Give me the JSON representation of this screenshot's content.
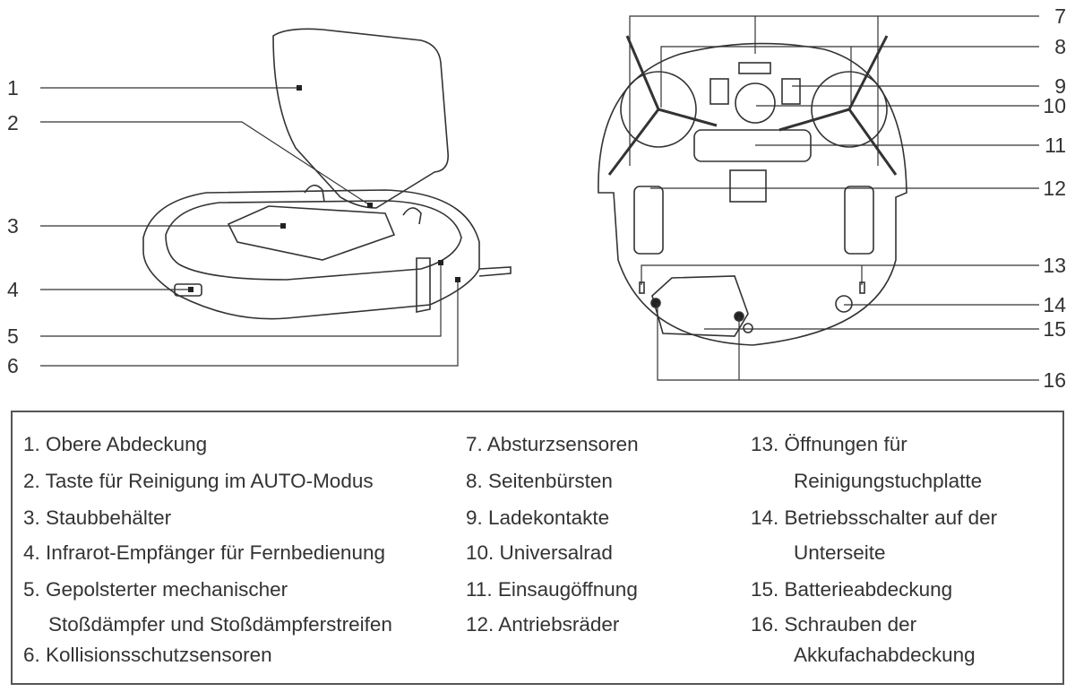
{
  "callouts_left": [
    "1",
    "2",
    "3",
    "4",
    "5",
    "6"
  ],
  "callouts_right": [
    "7",
    "8",
    "9",
    "10",
    "11",
    "12",
    "13",
    "14",
    "15",
    "16"
  ],
  "legend": {
    "col1": [
      "1. Obere Abdeckung",
      "2. Taste für Reinigung im AUTO-Modus",
      "3. Staubbehälter",
      "4. Infrarot-Empfänger für Fernbedienung",
      "5. Gepolsterter mechanischer",
      "Stoßdämpfer und Stoßdämpferstreifen",
      "6. Kollisionsschutzsensoren"
    ],
    "col2": [
      "7. Absturzsensoren",
      "8. Seitenbürsten",
      "9. Ladekontakte",
      "10. Universalrad",
      "11. Einsaugöffnung",
      "12. Antriebsräder"
    ],
    "col3": [
      "13. Öffnungen für",
      "Reinigungstuchplatte",
      "14. Betriebsschalter auf der",
      "Unterseite",
      "15. Batterieabdeckung",
      "16. Schrauben der",
      "Akkufachabdeckung"
    ]
  }
}
